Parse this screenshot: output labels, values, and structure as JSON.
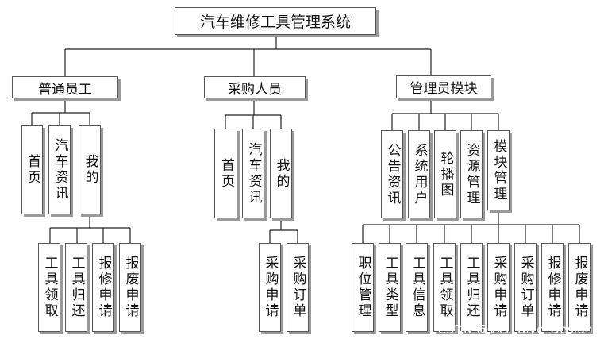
{
  "root": {
    "label": "汽车维修工具管理系统"
  },
  "modules": [
    {
      "label": "普通员工",
      "children": [
        "首页",
        "汽车资讯",
        "我的"
      ],
      "sub": [
        "工具领取",
        "工具归还",
        "报修申请",
        "报废申请"
      ]
    },
    {
      "label": "采购人员",
      "children": [
        "首页",
        "汽车资讯",
        "我的"
      ],
      "sub": [
        "采购申请",
        "采购订单"
      ]
    },
    {
      "label": "管理员模块",
      "children": [
        "公告资讯",
        "系统用户",
        "轮播图",
        "资源管理",
        "模块管理"
      ],
      "sub": [
        "职位管理",
        "工具类型",
        "工具信息",
        "工具领取",
        "工具归还",
        "采购申请",
        "采购订单",
        "报修申请",
        "报废申请"
      ]
    }
  ],
  "watermark": "CSDN @vx1_Biye_Design"
}
